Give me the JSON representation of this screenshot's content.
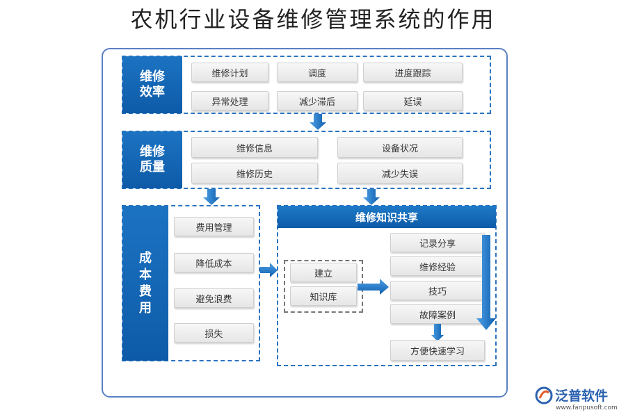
{
  "title": "农机行业设备维修管理系统的作用",
  "sections": {
    "efficiency": {
      "label": "维修效率",
      "items": [
        "维修计划",
        "调度",
        "进度跟踪",
        "异常处理",
        "减少滞后",
        "延误"
      ]
    },
    "quality": {
      "label": "维修质量",
      "items": [
        "维修信息",
        "设备状况",
        "维修历史",
        "减少失误"
      ]
    },
    "cost": {
      "label": "成本费用",
      "items": [
        "费用管理",
        "降低成本",
        "避免浪费",
        "损失"
      ]
    },
    "knowledge": {
      "label": "维修知识共享",
      "left_items": [
        "建立",
        "知识库"
      ],
      "right_items": [
        "记录分享",
        "维修经验",
        "技巧",
        "故障案例"
      ],
      "bottom_item": "方便快速学习"
    }
  },
  "logo": {
    "name": "泛普软件",
    "url": "www.fanpusoft.com"
  },
  "colors": {
    "primary": "#1165b4",
    "frame": "#5b7fc4",
    "box": "#ececec"
  }
}
